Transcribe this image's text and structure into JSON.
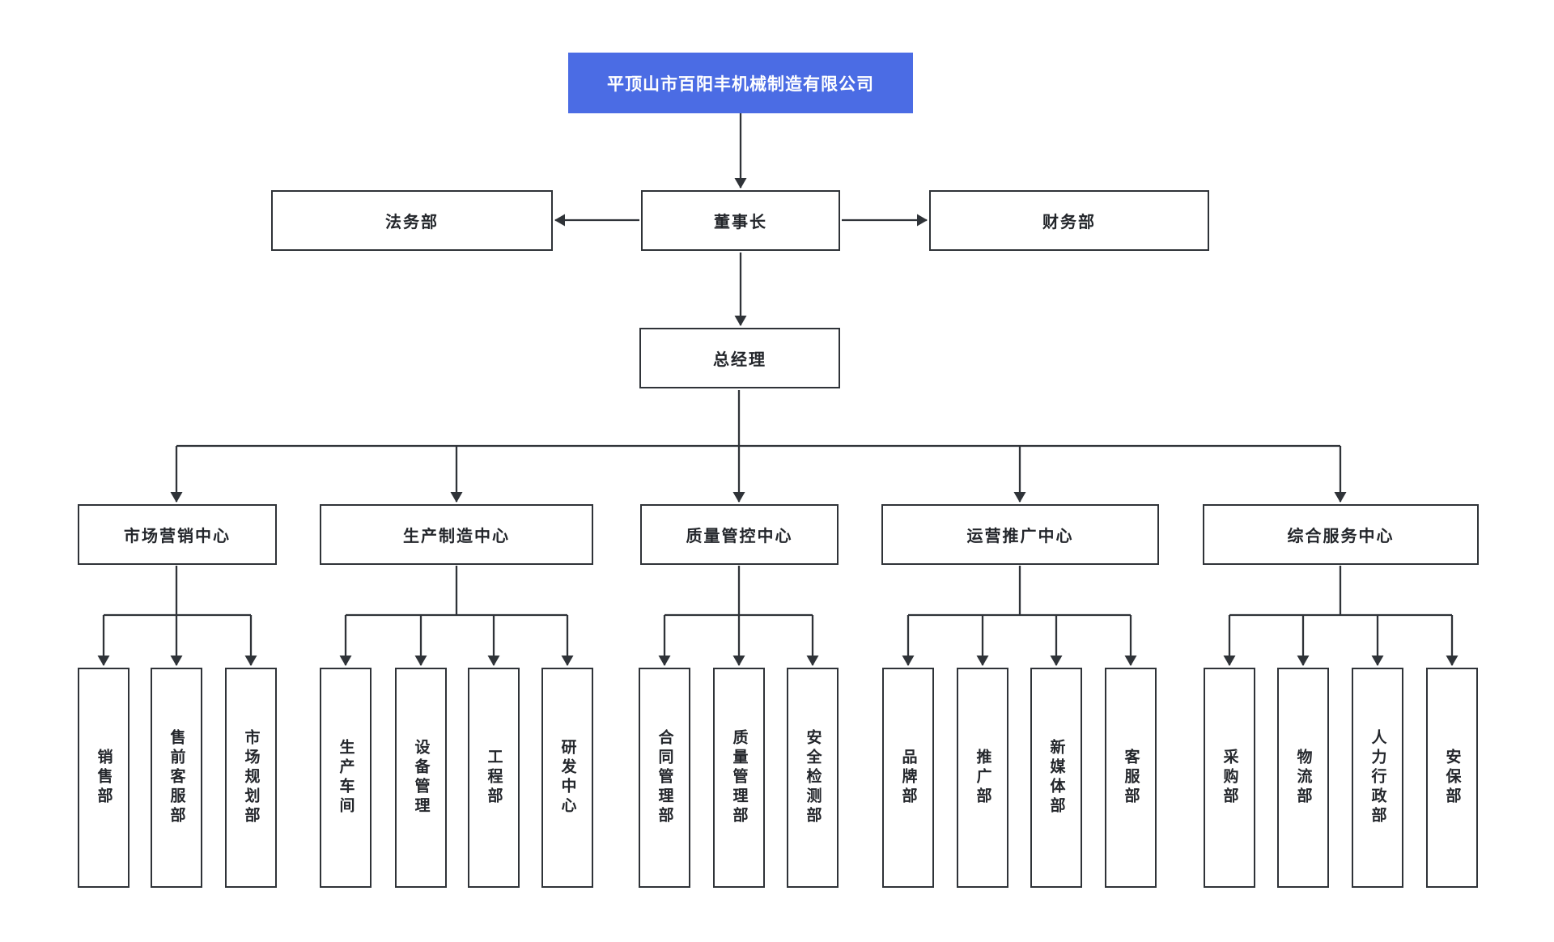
{
  "colors": {
    "accent": "#4b6ce4",
    "line": "#2f3338",
    "text": "#23262b"
  },
  "root": {
    "label": "平顶山市百阳丰机械制造有限公司"
  },
  "level2": {
    "legal": "法务部",
    "chairman": "董事长",
    "finance": "财务部"
  },
  "level3": {
    "gm": "总经理"
  },
  "centers": [
    {
      "label": "市场营销中心",
      "departments": [
        "销售部",
        "售前客服部",
        "市场规划部"
      ]
    },
    {
      "label": "生产制造中心",
      "departments": [
        "生产车间",
        "设备管理",
        "工程部",
        "研发中心"
      ]
    },
    {
      "label": "质量管控中心",
      "departments": [
        "合同管理部",
        "质量管理部",
        "安全检测部"
      ]
    },
    {
      "label": "运营推广中心",
      "departments": [
        "品牌部",
        "推广部",
        "新媒体部",
        "客服部"
      ]
    },
    {
      "label": "综合服务中心",
      "departments": [
        "采购部",
        "物流部",
        "人力行政部",
        "安保部"
      ]
    }
  ]
}
